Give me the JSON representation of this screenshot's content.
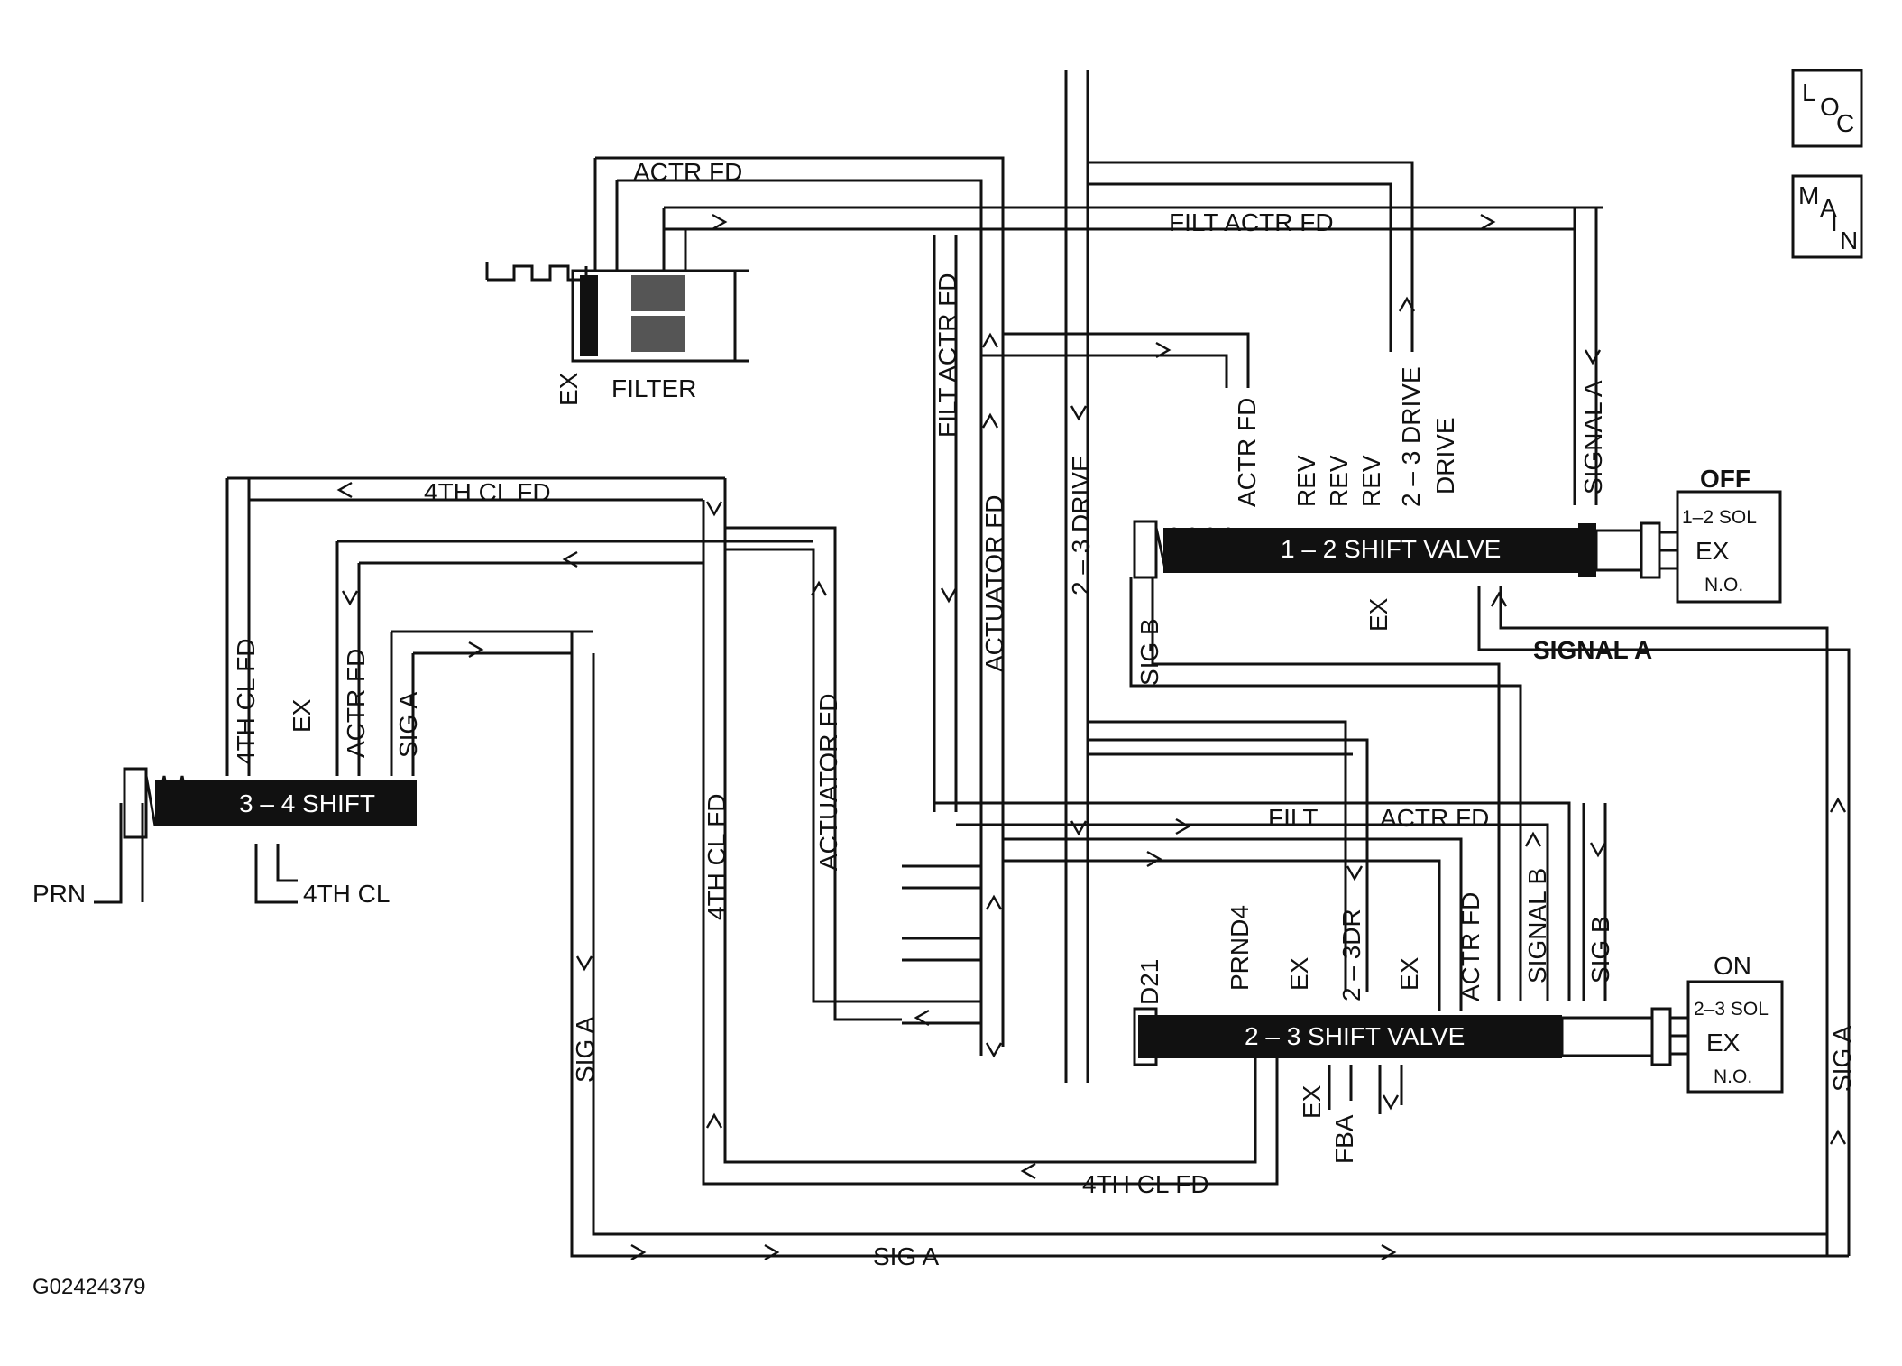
{
  "nav": {
    "loc": [
      "L",
      "O",
      "C"
    ],
    "main": [
      "M",
      "A",
      "I",
      "N"
    ]
  },
  "filter": {
    "label": "FILTER",
    "ex": "EX"
  },
  "valves": {
    "v12": {
      "label": "1 – 2 SHIFT VALVE",
      "state": "OFF",
      "sol": "1–2 SOL",
      "ex": "EX",
      "no": "N.O."
    },
    "v23": {
      "label": "2 – 3 SHIFT VALVE",
      "state": "ON",
      "sol": "2–3 SOL",
      "ex": "EX",
      "no": "N.O."
    },
    "v34": {
      "label": "3 – 4 SHIFT"
    }
  },
  "labels": {
    "actr_fd_top": "ACTR FD",
    "filt_actr_fd_top": "FILT ACTR FD",
    "filt_actr_fd_vert": "FILT ACTR FD",
    "actuator_fd_mid": "ACTUATOR FD",
    "drive23_vert": "2 – 3 DRIVE",
    "v12_actr": "ACTR FD",
    "v12_rev1": "REV",
    "v12_rev2": "REV",
    "v12_rev3": "REV",
    "v12_23drive": "2 – 3 DRIVE",
    "v12_drive": "DRIVE",
    "v12_signal_a": "SIGNAL A",
    "v12_ex": "EX",
    "signal_a_h": "SIGNAL A",
    "sig_b_v12": "SIG B",
    "cl4_fd_top": "4TH CL FD",
    "cl4_fd_v34": "4TH CL FD",
    "v34_ex": "EX",
    "v34_actr": "ACTR FD",
    "v34_sig_a": "SIG A",
    "v34_4thcl": "4TH CL",
    "prn": "PRN",
    "cl4_fd_vert": "4TH CL FD",
    "actuator_fd_left": "ACTUATOR FD",
    "sig_a_vert_left": "SIG A",
    "filt_mid": "FILT",
    "actr_fd_mid_h": "ACTR FD",
    "signal_b_vert": "SIGNAL B",
    "sig_b_vert": "SIG B",
    "v23_d21": "D21",
    "v23_prnd4": "PRND4",
    "v23_ex1": "EX",
    "v23_23dr": "2 – 3DR",
    "v23_ex2": "EX",
    "v23_actr": "ACTR FD",
    "v23_ex_low": "EX",
    "v23_fba": "FBA",
    "cl4_fd_bottom": "4TH CL FD",
    "sig_a_bottom": "SIG A",
    "sig_a_right": "SIG A"
  },
  "figure_id": "G02424379"
}
